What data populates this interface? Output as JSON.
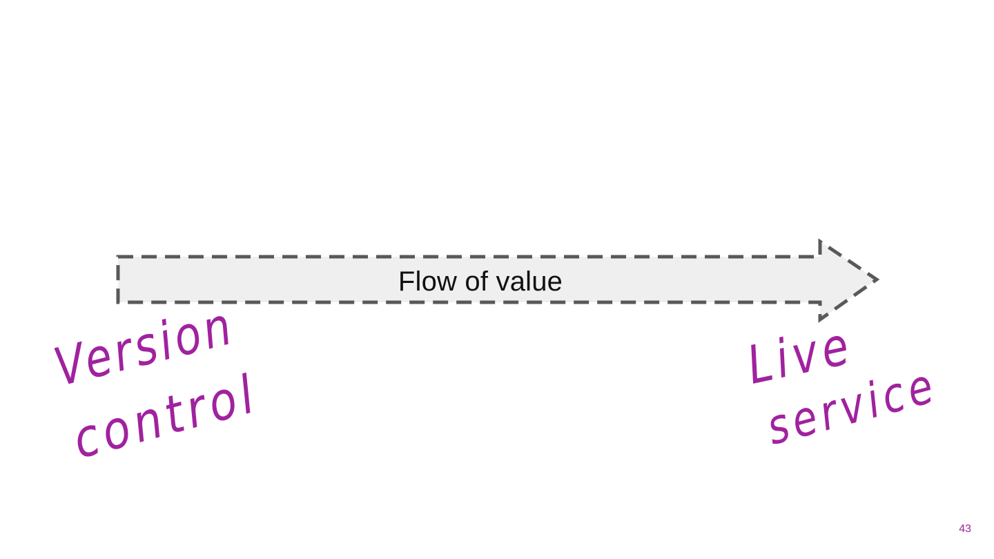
{
  "slide": {
    "arrow_label": "Flow of value",
    "left_annotation": {
      "line1": "Version",
      "line2": "control"
    },
    "right_annotation": {
      "line1": "Live",
      "line2": "service"
    },
    "page_number": "43"
  },
  "colors": {
    "arrow_fill": "#efefef",
    "arrow_stroke": "#595959",
    "handwriting": "#a0229f",
    "label_text": "#111111"
  }
}
